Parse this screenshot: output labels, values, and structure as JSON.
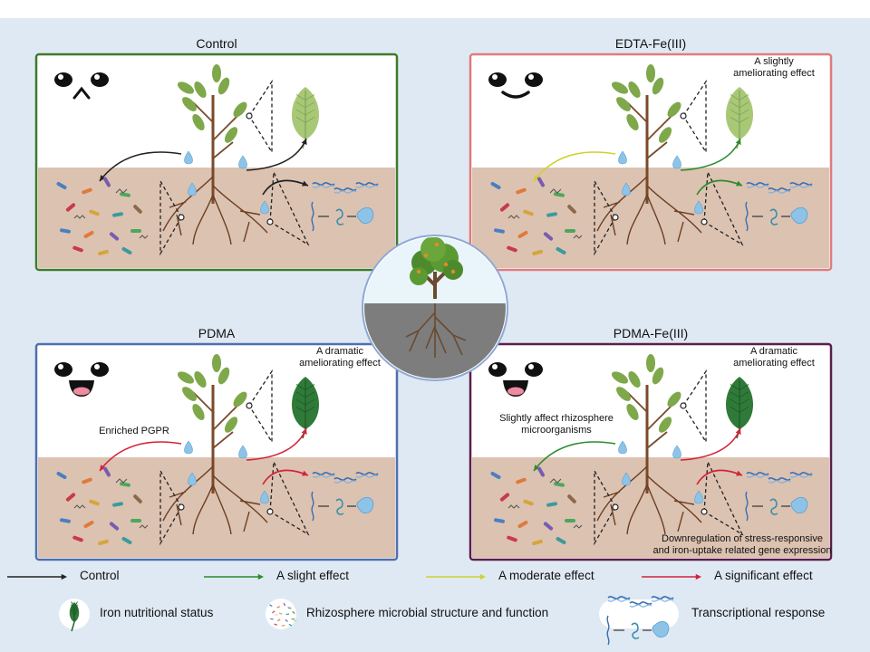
{
  "panels": [
    {
      "id": "control",
      "title": "Control",
      "border": "#3e7a2a",
      "face": "frown",
      "leaf": "light",
      "arrow_left": "#222222",
      "arrow_right": "#222222",
      "annotation_leaf": "",
      "annotation_soil": "",
      "annotation_gene": ""
    },
    {
      "id": "edta",
      "title": "EDTA-Fe(III)",
      "border": "#e07b7b",
      "face": "smile",
      "leaf": "light",
      "arrow_left": "#cfd12e",
      "arrow_right": "#2e8b2e",
      "annotation_leaf": "A slightly\nameliorating effect",
      "annotation_soil": "",
      "annotation_gene": ""
    },
    {
      "id": "pdma",
      "title": "PDMA",
      "border": "#4f6fae",
      "face": "grin",
      "leaf": "dark",
      "arrow_left": "#d4233c",
      "arrow_right": "#d4233c",
      "annotation_leaf": "A dramatic\nameliorating effect",
      "annotation_soil": "Enriched PGPR",
      "annotation_gene": ""
    },
    {
      "id": "pdmafe",
      "title": "PDMA-Fe(III)",
      "border": "#5a1e4a",
      "face": "grin",
      "leaf": "dark",
      "arrow_left": "#2e8b2e",
      "arrow_right": "#d4233c",
      "annotation_leaf": "A dramatic\nameliorating effect",
      "annotation_soil": "Slightly affect rhizosphere\nmicroorganisms",
      "annotation_gene": "Downregulation of stress-responsive\nand iron-uptake related gene expression"
    }
  ],
  "legend_arrows": [
    {
      "label": "Control",
      "color": "#222222"
    },
    {
      "label": "A slight effect",
      "color": "#2e8b2e"
    },
    {
      "label": "A moderate effect",
      "color": "#cfd12e"
    },
    {
      "label": "A significant effect",
      "color": "#d4233c"
    }
  ],
  "legend_icons": [
    {
      "label": "Iron nutritional status",
      "icon": "leaf-icon"
    },
    {
      "label": "Rhizosphere microbial structure and function",
      "icon": "microbes-icon"
    },
    {
      "label": "Transcriptional response",
      "icon": "gene-expression-icon"
    }
  ],
  "colors": {
    "background": "#dfe9f3",
    "soil": "#dcc2b1",
    "tree_soil": "#7d7d7d"
  }
}
